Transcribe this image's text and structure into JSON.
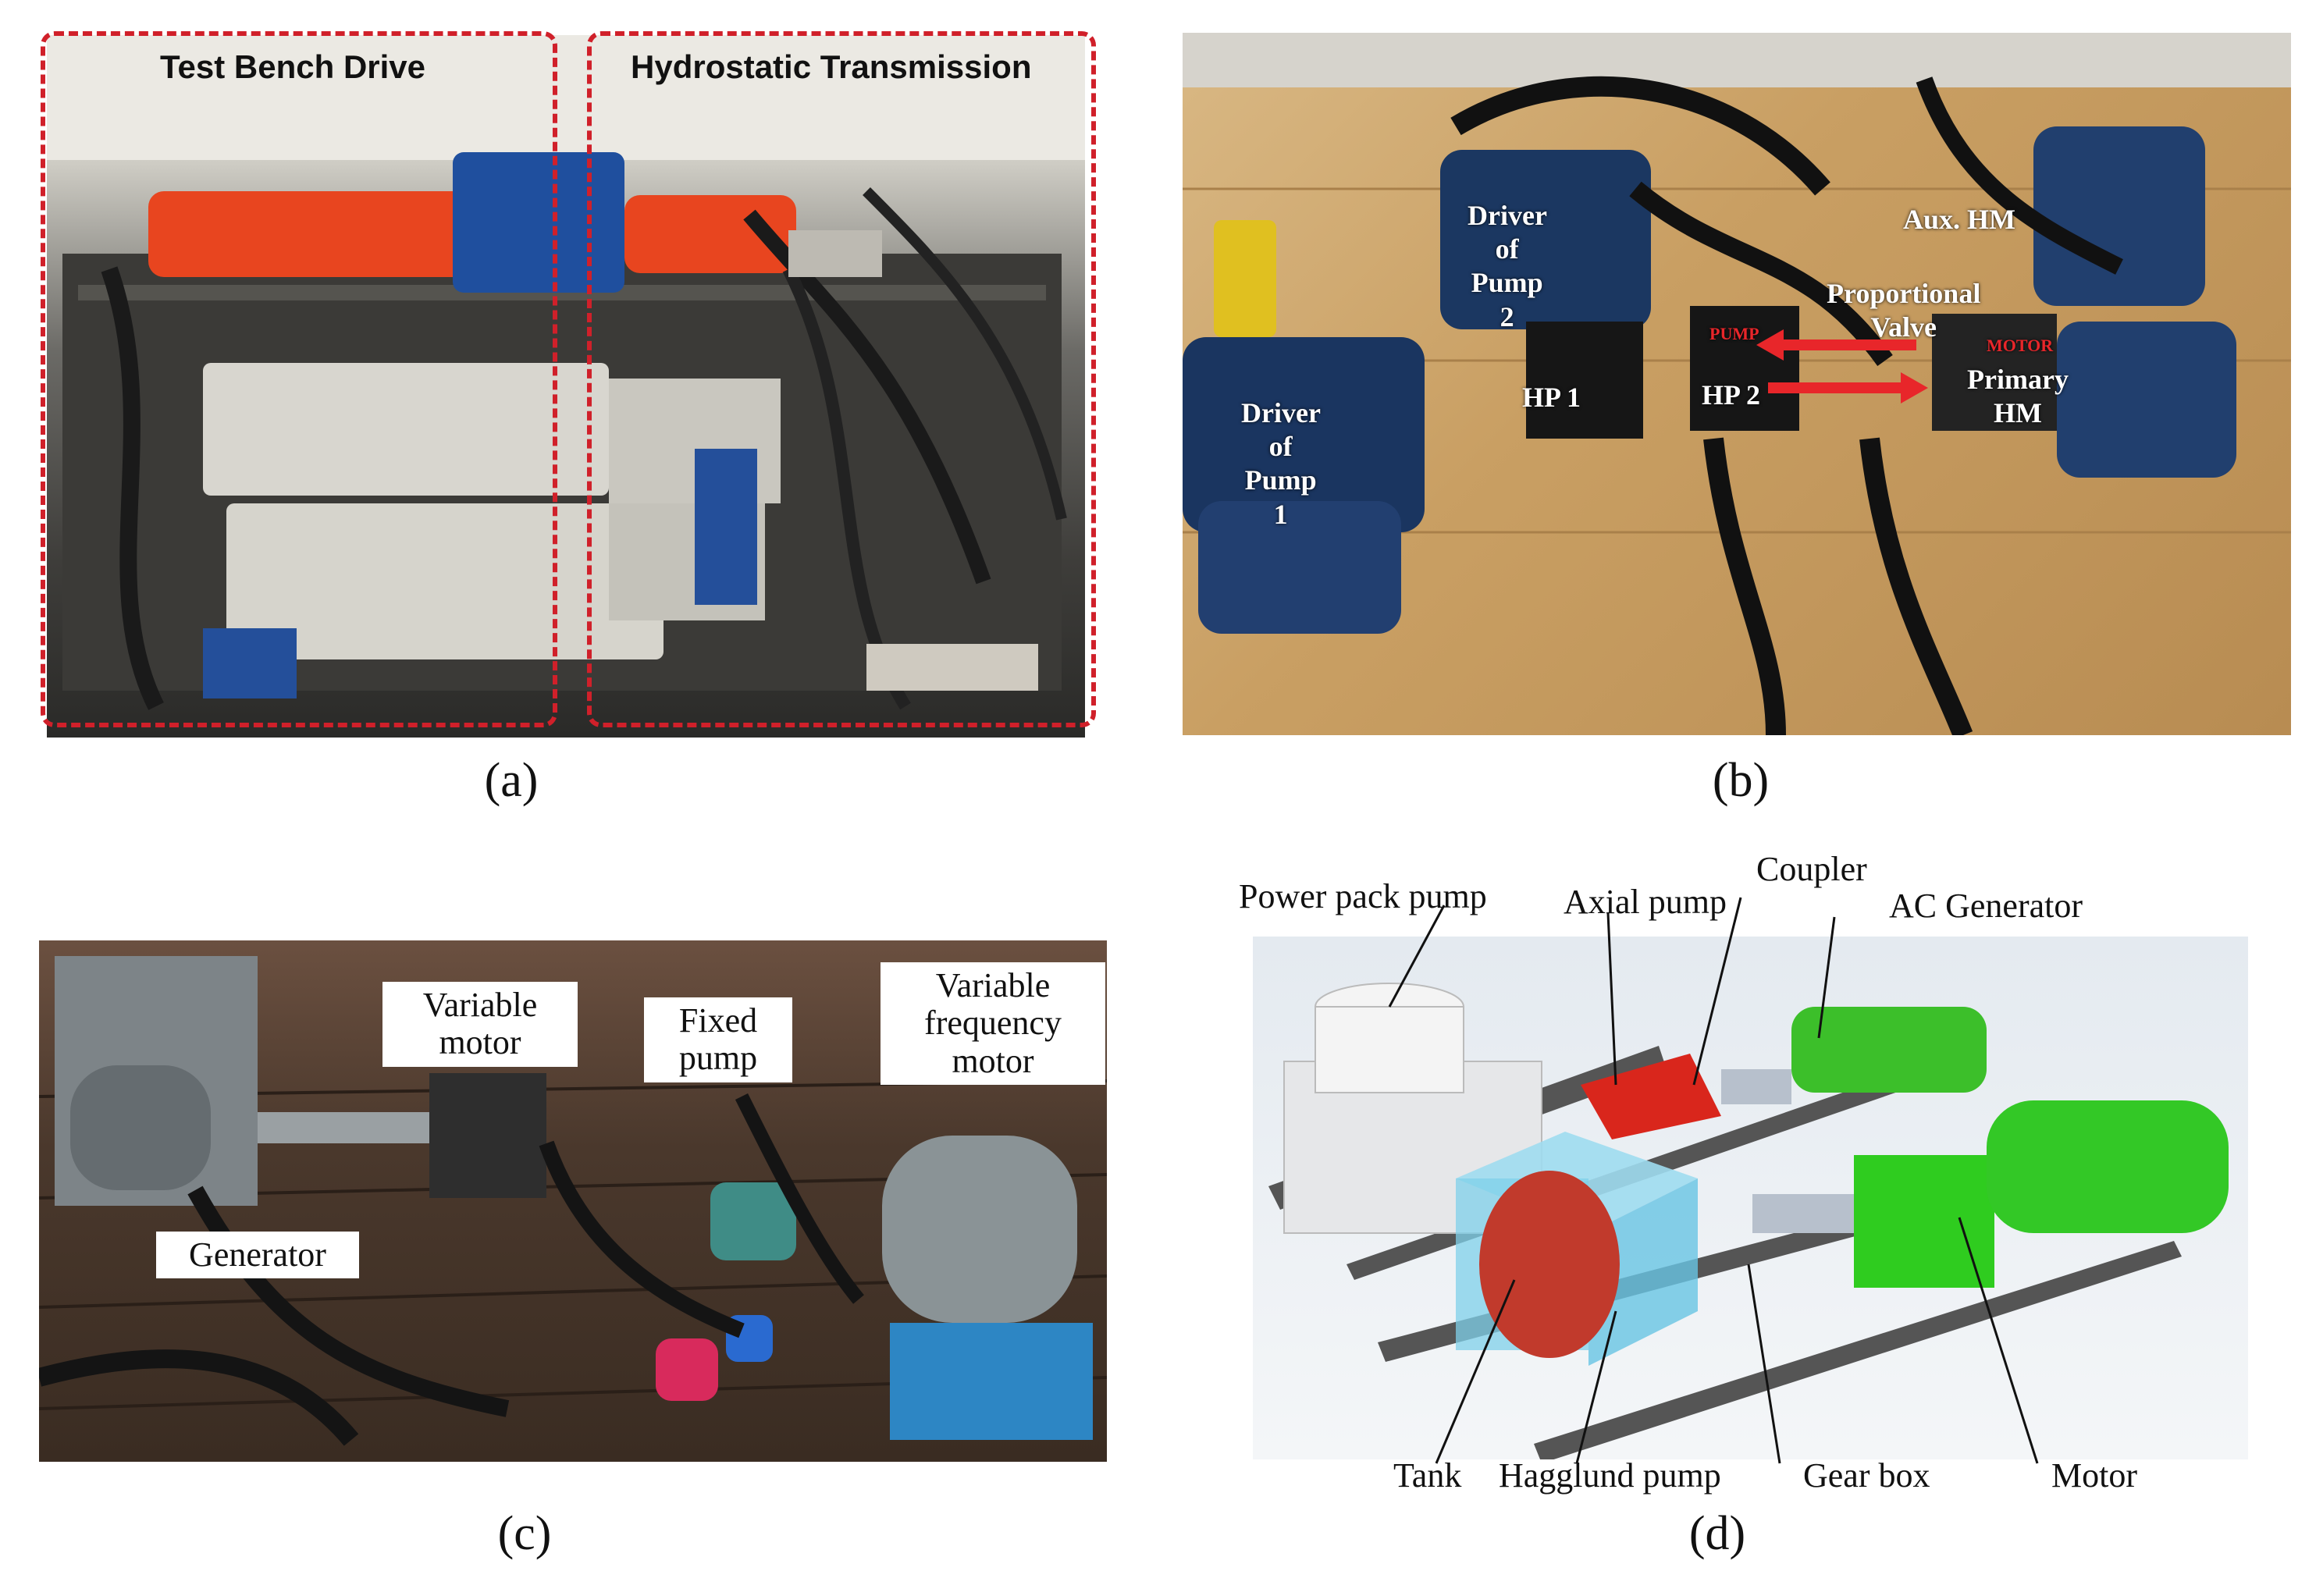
{
  "panel_a": {
    "caption": "(a)",
    "labels": {
      "test_bench_drive": "Test Bench Drive",
      "hydrostatic_transmission": "Hydrostatic Transmission"
    }
  },
  "panel_b": {
    "caption": "(b)",
    "labels": {
      "driver_pump2": "Driver of\nPump 2",
      "driver_pump1": "Driver of\nPump 1",
      "aux_hm": "Aux. HM",
      "proportional_valve": "Proportional\nValve",
      "hp1": "HP 1",
      "hp2": "HP 2",
      "primary_hm": "Primary\nHM",
      "pump_tag": "PUMP",
      "motor_tag": "MOTOR"
    }
  },
  "panel_c": {
    "caption": "(c)",
    "labels": {
      "variable_motor": "Variable\nmotor",
      "fixed_pump": "Fixed\npump",
      "variable_frequency_motor": "Variable\nfrequency\nmotor",
      "generator": "Generator"
    }
  },
  "panel_d": {
    "caption": "(d)",
    "labels": {
      "power_pack_pump": "Power pack pump",
      "axial_pump": "Axial pump",
      "coupler": "Coupler",
      "ac_generator": "AC Generator",
      "tank": "Tank",
      "hagglund_pump": "Hagglund pump",
      "gear_box": "Gear box",
      "motor": "Motor"
    }
  },
  "colors": {
    "dash_red": "#d0202a",
    "arrow_red": "#e8262a",
    "green_equipment": "#3cbf2a",
    "red_pump": "#d9261c",
    "tank_blue": "#7fd0ea"
  }
}
